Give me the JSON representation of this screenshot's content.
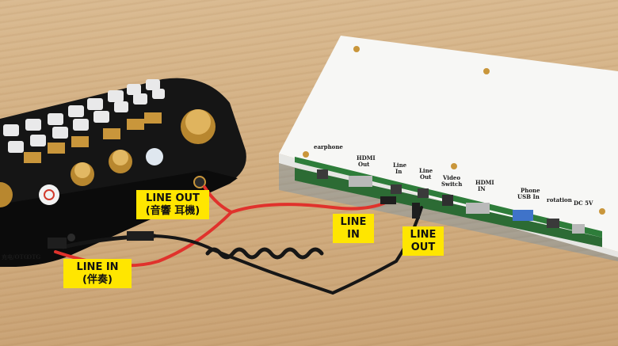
{
  "labels": {
    "mixer_line_out": {
      "line1": "LINE OUT",
      "line2": "(音響 耳機)"
    },
    "mixer_line_in": {
      "line1": "LINE IN",
      "line2": "(伴奏)"
    },
    "board_line_in": {
      "line1": "LINE",
      "line2": "IN"
    },
    "board_line_out": {
      "line1": "LINE",
      "line2": "OUT"
    }
  },
  "board_ports": {
    "earphone": "earphone",
    "hdmi_out": [
      "HDMI",
      "Out"
    ],
    "line_in": [
      "Line",
      "In"
    ],
    "line_out": [
      "Line",
      "Out"
    ],
    "video_switch": [
      "Video",
      "Switch"
    ],
    "hdmi_in": [
      "HDMI",
      "IN"
    ],
    "phone_usb": [
      "Phone",
      "USB In"
    ],
    "rotation": "rotation",
    "dc": "DC 5V"
  },
  "mixer_marks": {
    "otg": "OTG",
    "charge": "充电/OTG"
  },
  "colors": {
    "label_bg": "#ffe600",
    "red_cable": "#e0322c",
    "black_cable": "#161616",
    "wood": "#d4b083",
    "gold": "#c9963b"
  }
}
